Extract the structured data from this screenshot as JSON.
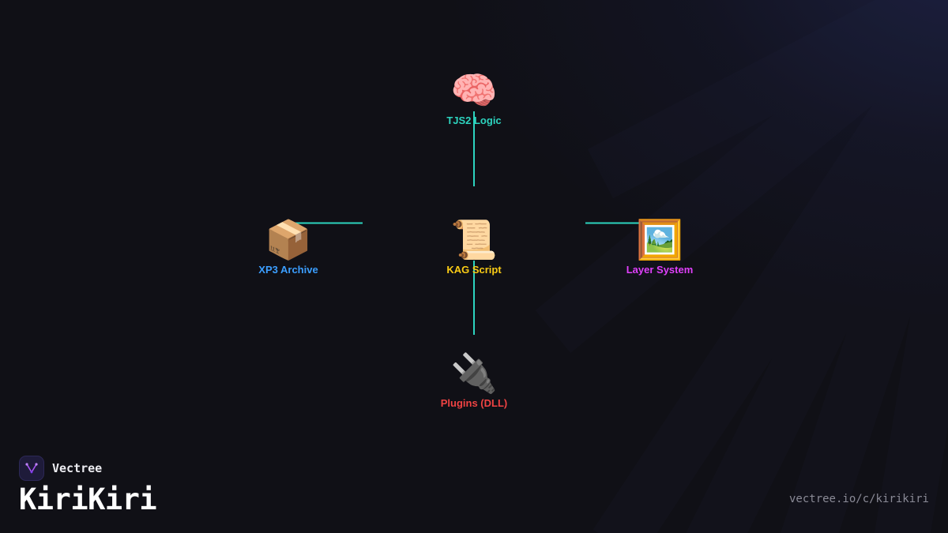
{
  "brand": {
    "name": "Vectree",
    "logo_icon": "vectree-logo-icon",
    "accent": "#a855f7"
  },
  "title": "KiriKiri",
  "url": "vectree.io/c/kirikiri",
  "diagram": {
    "connector_color": "#2dd4bf",
    "center": {
      "id": "kag",
      "icon": "scroll-icon",
      "glyph": "📜",
      "label": "KAG Script",
      "color": "#facc15"
    },
    "nodes": [
      {
        "id": "tjs2",
        "icon": "brain-icon",
        "glyph": "🧠",
        "label": "TJS2 Logic",
        "color": "#2dd4bf"
      },
      {
        "id": "xp3",
        "icon": "package-icon",
        "glyph": "📦",
        "label": "XP3 Archive",
        "color": "#3b9eff"
      },
      {
        "id": "layer",
        "icon": "framed-picture-icon",
        "glyph": "🖼️",
        "label": "Layer System",
        "color": "#e040fb"
      },
      {
        "id": "plugins",
        "icon": "plug-icon",
        "glyph": "🔌",
        "label": "Plugins (DLL)",
        "color": "#f04343"
      }
    ],
    "edges": [
      {
        "from": "kag",
        "to": "tjs2"
      },
      {
        "from": "kag",
        "to": "xp3"
      },
      {
        "from": "kag",
        "to": "layer"
      },
      {
        "from": "kag",
        "to": "plugins"
      }
    ]
  }
}
